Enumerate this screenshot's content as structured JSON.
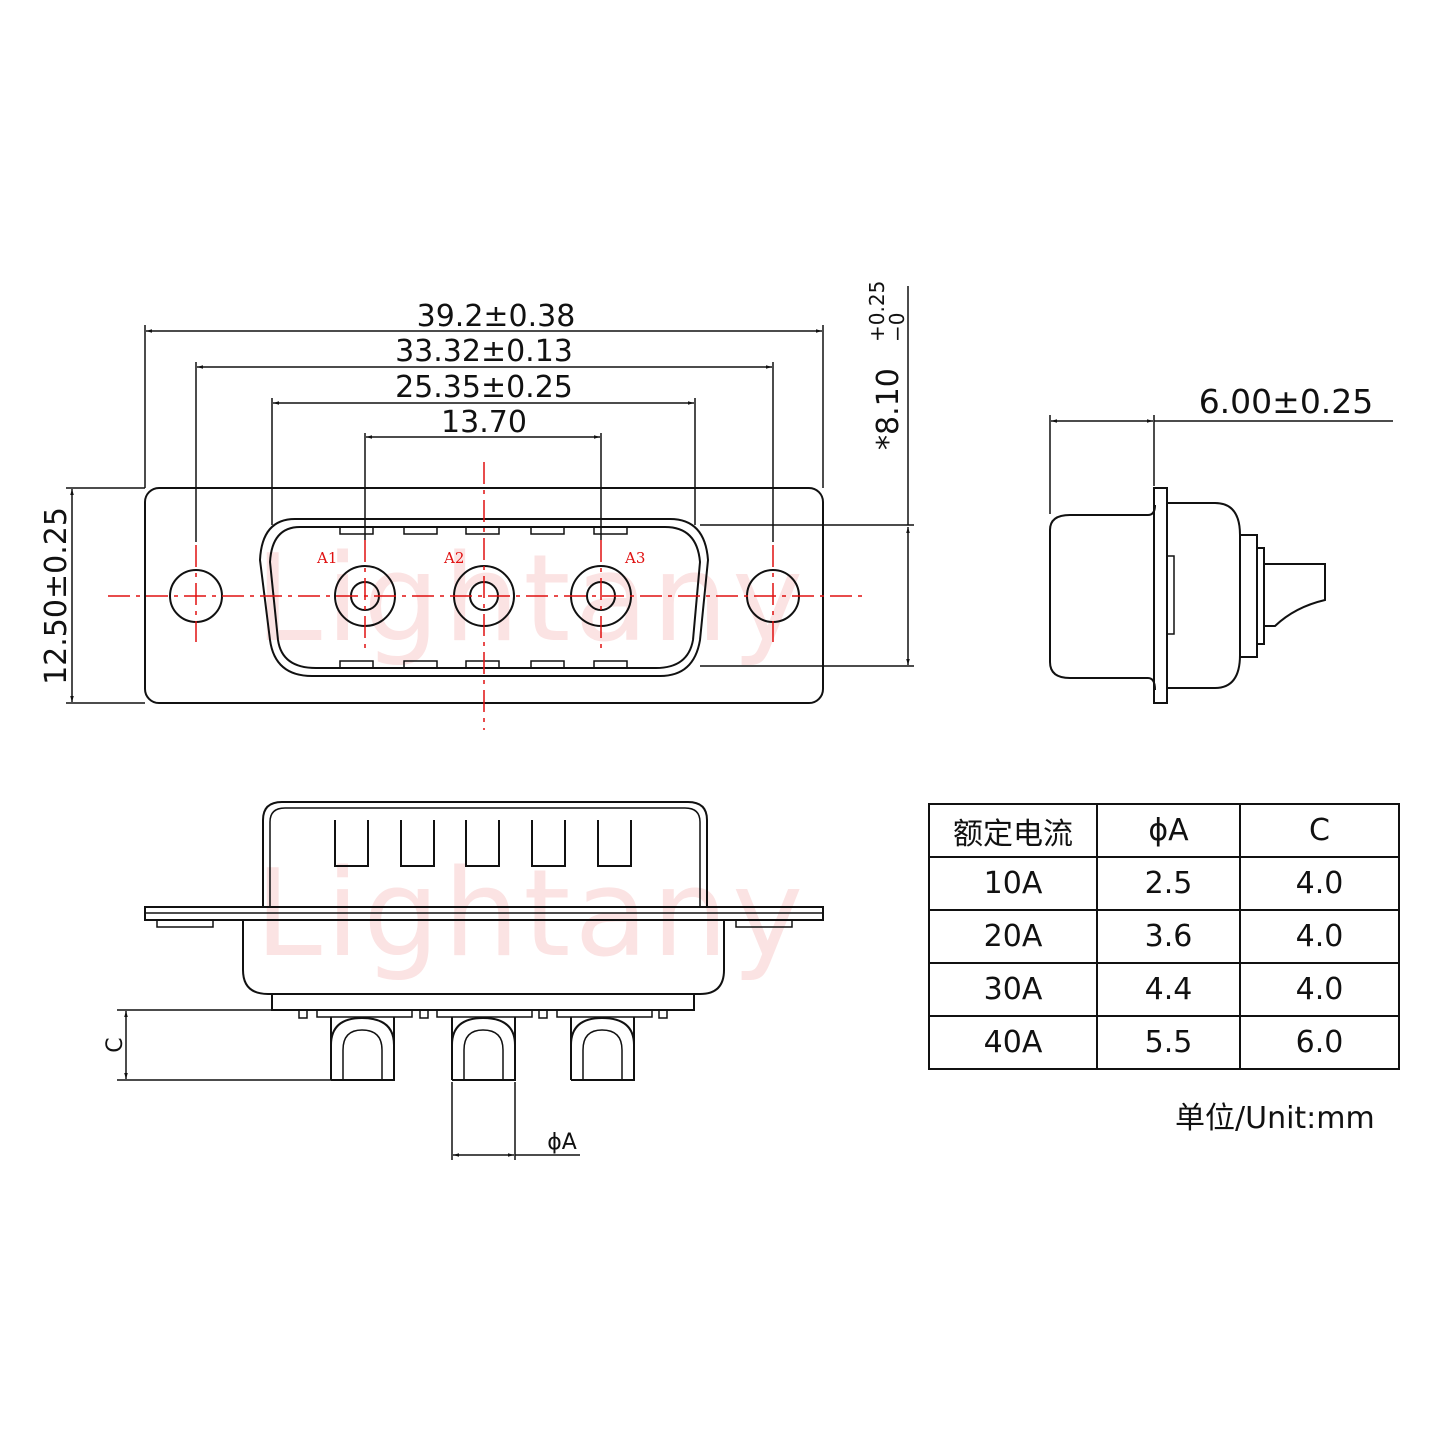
{
  "watermark": "Lightany",
  "front_view": {
    "dimensions": {
      "overall_width": "39.2±0.38",
      "mount_hole_spacing": "33.32±0.13",
      "shell_width": "25.35±0.25",
      "pin_spacing": "13.70",
      "flange_height": "12.50±0.25",
      "shell_height": "*8.10",
      "shell_height_tol_upper": "+0.25",
      "shell_height_tol_lower": "−0"
    },
    "pin_labels": [
      "A1",
      "A2",
      "A3"
    ]
  },
  "side_view": {
    "dimensions": {
      "depth": "6.00±0.25"
    }
  },
  "bottom_view": {
    "dimensions": {
      "pin_length": "C",
      "pin_diameter": "ϕA"
    }
  },
  "spec_table": {
    "headers": [
      "额定电流",
      "ϕA",
      "C"
    ],
    "rows": [
      [
        "10A",
        "2.5",
        "4.0"
      ],
      [
        "20A",
        "3.6",
        "4.0"
      ],
      [
        "30A",
        "4.4",
        "4.0"
      ],
      [
        "40A",
        "5.5",
        "6.0"
      ]
    ]
  },
  "unit_note": "单位/Unit:mm",
  "colors": {
    "line": "#111111",
    "centerline": "#e01010",
    "watermark": "#fbe3e3"
  }
}
